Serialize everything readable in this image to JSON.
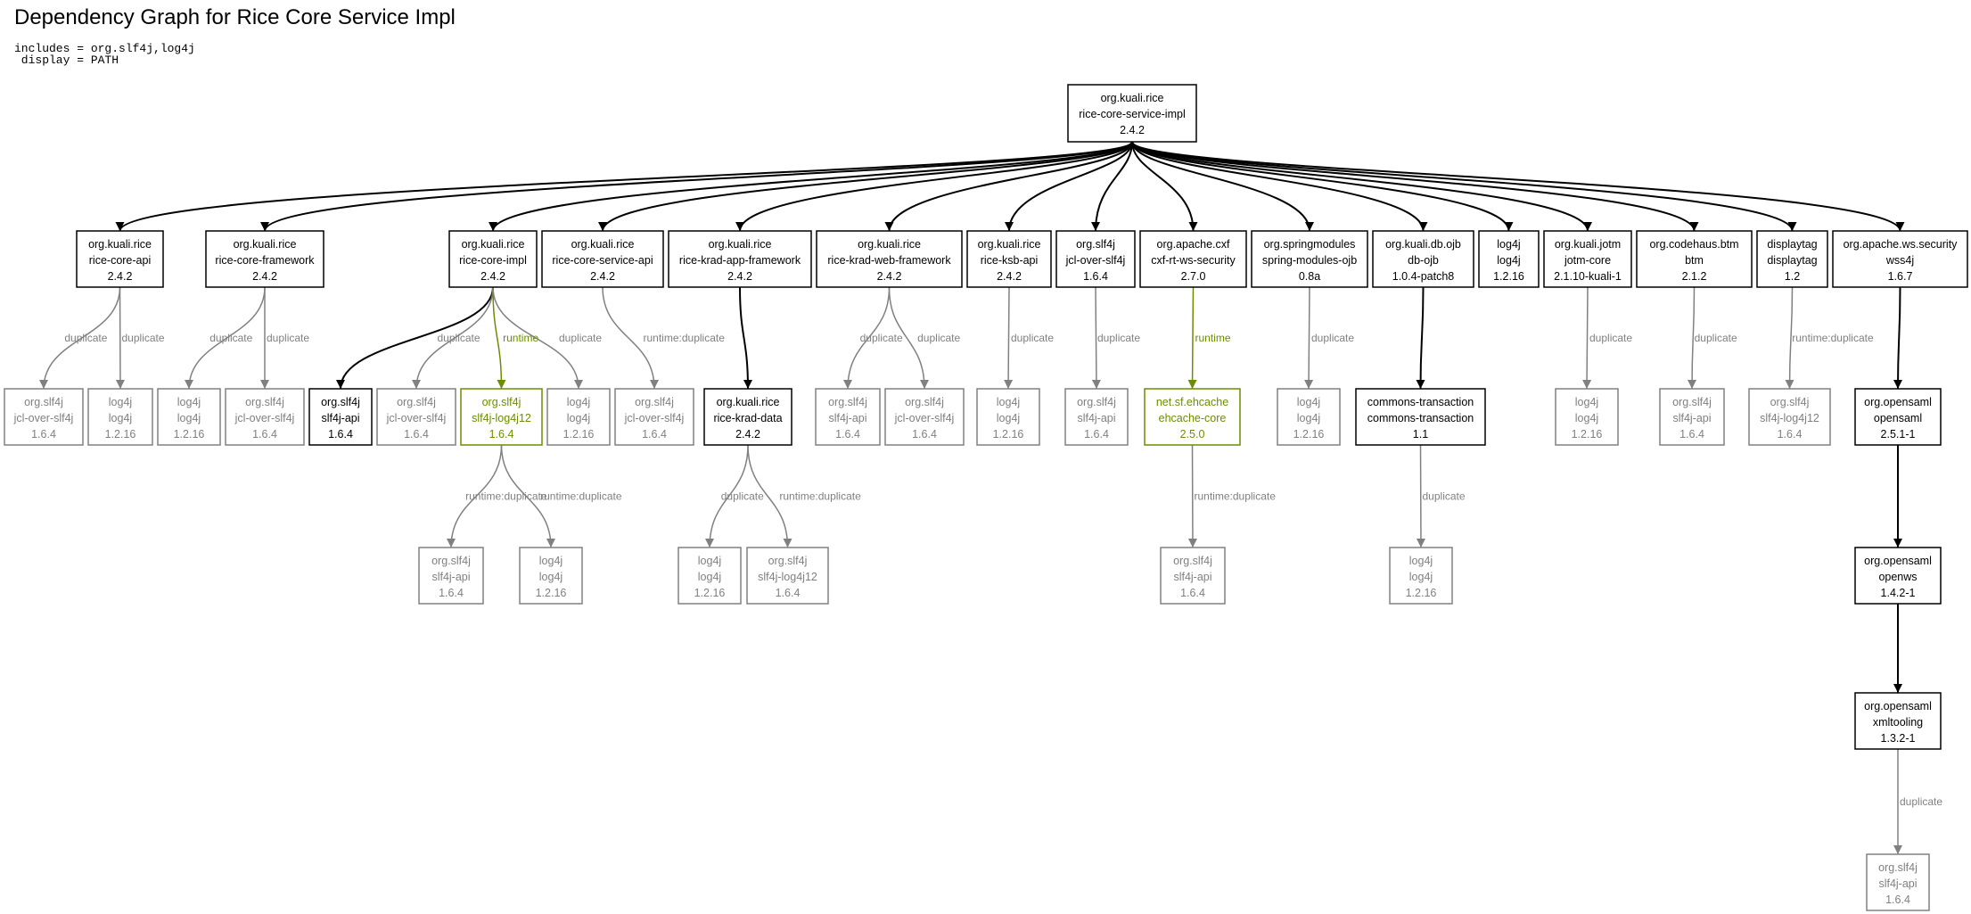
{
  "title": "Dependency Graph for Rice Core Service Impl",
  "params": [
    "includes = org.slf4j,log4j",
    " display = PATH"
  ],
  "colors": {
    "normal": "#000000",
    "duplicate": "#808080",
    "runtime": "#6b8e00",
    "root_fill": "#dcdcdc"
  },
  "nodes": [
    {
      "id": "root",
      "group": "org.kuali.rice",
      "artifact": "rice-core-service-impl",
      "version": "2.4.2",
      "style": "root"
    },
    {
      "id": "n1",
      "group": "org.kuali.rice",
      "artifact": "rice-core-api",
      "version": "2.4.2",
      "style": "normal"
    },
    {
      "id": "n2",
      "group": "org.kuali.rice",
      "artifact": "rice-core-framework",
      "version": "2.4.2",
      "style": "normal"
    },
    {
      "id": "n3",
      "group": "org.kuali.rice",
      "artifact": "rice-core-impl",
      "version": "2.4.2",
      "style": "normal"
    },
    {
      "id": "n4",
      "group": "org.kuali.rice",
      "artifact": "rice-core-service-api",
      "version": "2.4.2",
      "style": "normal"
    },
    {
      "id": "n5",
      "group": "org.kuali.rice",
      "artifact": "rice-krad-app-framework",
      "version": "2.4.2",
      "style": "normal"
    },
    {
      "id": "n6",
      "group": "org.kuali.rice",
      "artifact": "rice-krad-web-framework",
      "version": "2.4.2",
      "style": "normal"
    },
    {
      "id": "n7",
      "group": "org.kuali.rice",
      "artifact": "rice-ksb-api",
      "version": "2.4.2",
      "style": "normal"
    },
    {
      "id": "n8",
      "group": "org.slf4j",
      "artifact": "jcl-over-slf4j",
      "version": "1.6.4",
      "style": "normal"
    },
    {
      "id": "n9",
      "group": "org.apache.cxf",
      "artifact": "cxf-rt-ws-security",
      "version": "2.7.0",
      "style": "normal"
    },
    {
      "id": "n10",
      "group": "org.springmodules",
      "artifact": "spring-modules-ojb",
      "version": "0.8a",
      "style": "normal"
    },
    {
      "id": "n11",
      "group": "org.kuali.db.ojb",
      "artifact": "db-ojb",
      "version": "1.0.4-patch8",
      "style": "normal"
    },
    {
      "id": "n12",
      "group": "log4j",
      "artifact": "log4j",
      "version": "1.2.16",
      "style": "normal"
    },
    {
      "id": "n13",
      "group": "org.kuali.jotm",
      "artifact": "jotm-core",
      "version": "2.1.10-kuali-1",
      "style": "normal"
    },
    {
      "id": "n14",
      "group": "org.codehaus.btm",
      "artifact": "btm",
      "version": "2.1.2",
      "style": "normal"
    },
    {
      "id": "n15",
      "group": "displaytag",
      "artifact": "displaytag",
      "version": "1.2",
      "style": "normal"
    },
    {
      "id": "n16",
      "group": "org.apache.ws.security",
      "artifact": "wss4j",
      "version": "1.6.7",
      "style": "normal"
    },
    {
      "id": "c1",
      "group": "org.slf4j",
      "artifact": "jcl-over-slf4j",
      "version": "1.6.4",
      "style": "duplicate"
    },
    {
      "id": "c2",
      "group": "log4j",
      "artifact": "log4j",
      "version": "1.2.16",
      "style": "duplicate"
    },
    {
      "id": "c3",
      "group": "log4j",
      "artifact": "log4j",
      "version": "1.2.16",
      "style": "duplicate"
    },
    {
      "id": "c4",
      "group": "org.slf4j",
      "artifact": "jcl-over-slf4j",
      "version": "1.6.4",
      "style": "duplicate"
    },
    {
      "id": "c5",
      "group": "org.slf4j",
      "artifact": "slf4j-api",
      "version": "1.6.4",
      "style": "normal"
    },
    {
      "id": "c6",
      "group": "org.slf4j",
      "artifact": "jcl-over-slf4j",
      "version": "1.6.4",
      "style": "duplicate"
    },
    {
      "id": "c7",
      "group": "org.slf4j",
      "artifact": "slf4j-log4j12",
      "version": "1.6.4",
      "style": "runtime"
    },
    {
      "id": "c8",
      "group": "log4j",
      "artifact": "log4j",
      "version": "1.2.16",
      "style": "duplicate"
    },
    {
      "id": "c9",
      "group": "org.slf4j",
      "artifact": "jcl-over-slf4j",
      "version": "1.6.4",
      "style": "duplicate"
    },
    {
      "id": "c10",
      "group": "org.kuali.rice",
      "artifact": "rice-krad-data",
      "version": "2.4.2",
      "style": "normal"
    },
    {
      "id": "c11",
      "group": "org.slf4j",
      "artifact": "slf4j-api",
      "version": "1.6.4",
      "style": "duplicate"
    },
    {
      "id": "c12",
      "group": "org.slf4j",
      "artifact": "jcl-over-slf4j",
      "version": "1.6.4",
      "style": "duplicate"
    },
    {
      "id": "c13",
      "group": "log4j",
      "artifact": "log4j",
      "version": "1.2.16",
      "style": "duplicate"
    },
    {
      "id": "c14",
      "group": "org.slf4j",
      "artifact": "slf4j-api",
      "version": "1.6.4",
      "style": "duplicate"
    },
    {
      "id": "c15",
      "group": "net.sf.ehcache",
      "artifact": "ehcache-core",
      "version": "2.5.0",
      "style": "runtime"
    },
    {
      "id": "c16",
      "group": "log4j",
      "artifact": "log4j",
      "version": "1.2.16",
      "style": "duplicate"
    },
    {
      "id": "c17",
      "group": "commons-transaction",
      "artifact": "commons-transaction",
      "version": "1.1",
      "style": "normal"
    },
    {
      "id": "c18",
      "group": "log4j",
      "artifact": "log4j",
      "version": "1.2.16",
      "style": "duplicate"
    },
    {
      "id": "c19",
      "group": "org.slf4j",
      "artifact": "slf4j-api",
      "version": "1.6.4",
      "style": "duplicate"
    },
    {
      "id": "c20",
      "group": "org.slf4j",
      "artifact": "slf4j-log4j12",
      "version": "1.6.4",
      "style": "duplicate"
    },
    {
      "id": "c21",
      "group": "org.opensaml",
      "artifact": "opensaml",
      "version": "2.5.1-1",
      "style": "normal"
    },
    {
      "id": "g1",
      "group": "org.slf4j",
      "artifact": "slf4j-api",
      "version": "1.6.4",
      "style": "duplicate"
    },
    {
      "id": "g2",
      "group": "log4j",
      "artifact": "log4j",
      "version": "1.2.16",
      "style": "duplicate"
    },
    {
      "id": "g3",
      "group": "log4j",
      "artifact": "log4j",
      "version": "1.2.16",
      "style": "duplicate"
    },
    {
      "id": "g4",
      "group": "org.slf4j",
      "artifact": "slf4j-log4j12",
      "version": "1.6.4",
      "style": "duplicate"
    },
    {
      "id": "g5",
      "group": "org.slf4j",
      "artifact": "slf4j-api",
      "version": "1.6.4",
      "style": "duplicate"
    },
    {
      "id": "g6",
      "group": "log4j",
      "artifact": "log4j",
      "version": "1.2.16",
      "style": "duplicate"
    },
    {
      "id": "g7",
      "group": "org.opensaml",
      "artifact": "openws",
      "version": "1.4.2-1",
      "style": "normal"
    },
    {
      "id": "h1",
      "group": "org.opensaml",
      "artifact": "xmltooling",
      "version": "1.3.2-1",
      "style": "normal"
    },
    {
      "id": "h2",
      "group": "org.slf4j",
      "artifact": "slf4j-api",
      "version": "1.6.4",
      "style": "duplicate"
    }
  ],
  "edges": [
    {
      "from": "root",
      "to": "n1",
      "label": "",
      "style": "normal"
    },
    {
      "from": "root",
      "to": "n2",
      "label": "",
      "style": "normal"
    },
    {
      "from": "root",
      "to": "n3",
      "label": "",
      "style": "normal"
    },
    {
      "from": "root",
      "to": "n4",
      "label": "",
      "style": "normal"
    },
    {
      "from": "root",
      "to": "n5",
      "label": "",
      "style": "normal"
    },
    {
      "from": "root",
      "to": "n6",
      "label": "",
      "style": "normal"
    },
    {
      "from": "root",
      "to": "n7",
      "label": "",
      "style": "normal"
    },
    {
      "from": "root",
      "to": "n8",
      "label": "",
      "style": "normal"
    },
    {
      "from": "root",
      "to": "n9",
      "label": "",
      "style": "normal"
    },
    {
      "from": "root",
      "to": "n10",
      "label": "",
      "style": "normal"
    },
    {
      "from": "root",
      "to": "n11",
      "label": "",
      "style": "normal"
    },
    {
      "from": "root",
      "to": "n12",
      "label": "",
      "style": "normal"
    },
    {
      "from": "root",
      "to": "n13",
      "label": "",
      "style": "normal"
    },
    {
      "from": "root",
      "to": "n14",
      "label": "",
      "style": "normal"
    },
    {
      "from": "root",
      "to": "n15",
      "label": "",
      "style": "normal"
    },
    {
      "from": "root",
      "to": "n16",
      "label": "",
      "style": "normal"
    },
    {
      "from": "n1",
      "to": "c1",
      "label": "duplicate",
      "style": "duplicate"
    },
    {
      "from": "n1",
      "to": "c2",
      "label": "duplicate",
      "style": "duplicate"
    },
    {
      "from": "n2",
      "to": "c3",
      "label": "duplicate",
      "style": "duplicate"
    },
    {
      "from": "n2",
      "to": "c4",
      "label": "duplicate",
      "style": "duplicate"
    },
    {
      "from": "n3",
      "to": "c5",
      "label": "",
      "style": "normal"
    },
    {
      "from": "n3",
      "to": "c6",
      "label": "duplicate",
      "style": "duplicate"
    },
    {
      "from": "n3",
      "to": "c7",
      "label": "runtime",
      "style": "runtime"
    },
    {
      "from": "n3",
      "to": "c8",
      "label": "duplicate",
      "style": "duplicate"
    },
    {
      "from": "n4",
      "to": "c9",
      "label": "runtime:duplicate",
      "style": "duplicate"
    },
    {
      "from": "n5",
      "to": "c10",
      "label": "",
      "style": "normal"
    },
    {
      "from": "n6",
      "to": "c11",
      "label": "duplicate",
      "style": "duplicate"
    },
    {
      "from": "n6",
      "to": "c12",
      "label": "duplicate",
      "style": "duplicate"
    },
    {
      "from": "n7",
      "to": "c13",
      "label": "duplicate",
      "style": "duplicate"
    },
    {
      "from": "n8",
      "to": "c14",
      "label": "duplicate",
      "style": "duplicate"
    },
    {
      "from": "n9",
      "to": "c15",
      "label": "runtime",
      "style": "runtime"
    },
    {
      "from": "n10",
      "to": "c16",
      "label": "duplicate",
      "style": "duplicate"
    },
    {
      "from": "n11",
      "to": "c17",
      "label": "",
      "style": "normal"
    },
    {
      "from": "n13",
      "to": "c18",
      "label": "duplicate",
      "style": "duplicate"
    },
    {
      "from": "n14",
      "to": "c19",
      "label": "duplicate",
      "style": "duplicate"
    },
    {
      "from": "n15",
      "to": "c20",
      "label": "runtime:duplicate",
      "style": "duplicate"
    },
    {
      "from": "n16",
      "to": "c21",
      "label": "",
      "style": "normal"
    },
    {
      "from": "c7",
      "to": "g1",
      "label": "runtime:duplicate",
      "style": "duplicate"
    },
    {
      "from": "c7",
      "to": "g2",
      "label": "runtime:duplicate",
      "style": "duplicate"
    },
    {
      "from": "c10",
      "to": "g3",
      "label": "duplicate",
      "style": "duplicate"
    },
    {
      "from": "c10",
      "to": "g4",
      "label": "runtime:duplicate",
      "style": "duplicate"
    },
    {
      "from": "c15",
      "to": "g5",
      "label": "runtime:duplicate",
      "style": "duplicate"
    },
    {
      "from": "c17",
      "to": "g6",
      "label": "duplicate",
      "style": "duplicate"
    },
    {
      "from": "c21",
      "to": "g7",
      "label": "",
      "style": "normal"
    },
    {
      "from": "g7",
      "to": "h1",
      "label": "",
      "style": "normal"
    },
    {
      "from": "h1",
      "to": "h2",
      "label": "duplicate",
      "style": "duplicate"
    }
  ]
}
